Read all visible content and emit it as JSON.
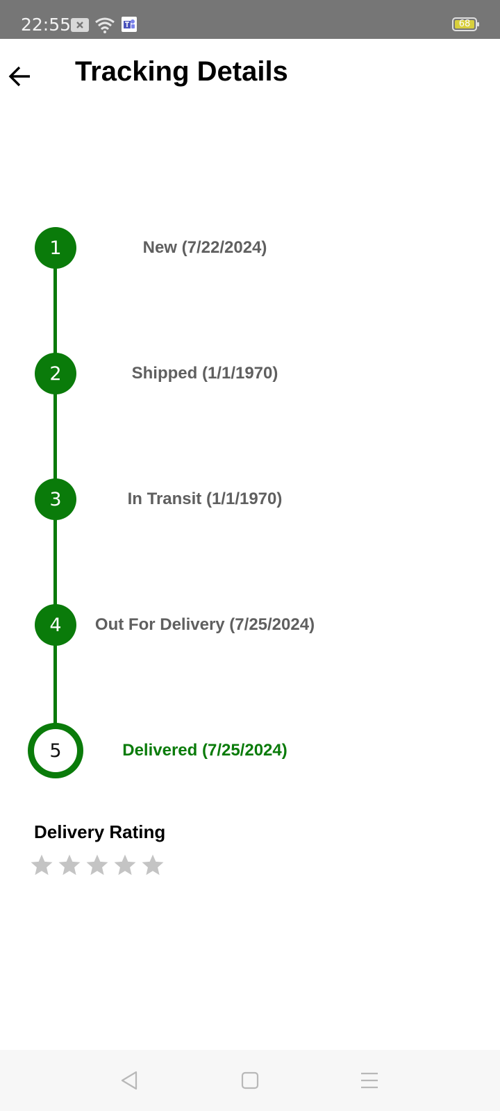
{
  "status_bar": {
    "time": "22:55",
    "battery_level": "68",
    "icons": [
      "notification-icon",
      "wifi-icon",
      "teams-icon",
      "battery-icon"
    ]
  },
  "header": {
    "title": "Tracking Details",
    "back_icon": "arrow-left-icon"
  },
  "tracking": {
    "steps": [
      {
        "number": "1",
        "label": "New (7/22/2024)"
      },
      {
        "number": "2",
        "label": "Shipped (1/1/1970)"
      },
      {
        "number": "3",
        "label": "In Transit (1/1/1970)"
      },
      {
        "number": "4",
        "label": "Out For Delivery (7/25/2024)"
      },
      {
        "number": "5",
        "label": "Delivered (7/25/2024)"
      }
    ],
    "current_step": 5
  },
  "rating": {
    "title": "Delivery Rating",
    "max_stars": 5,
    "value": 0
  },
  "colors": {
    "accent": "#0a7b0a",
    "label_grey": "#5f5f5f",
    "star_empty": "#c4c4c4",
    "status_bar": "#767676"
  },
  "nav_bar": {
    "icons": [
      "back-triangle-icon",
      "home-square-icon",
      "menu-lines-icon"
    ]
  }
}
